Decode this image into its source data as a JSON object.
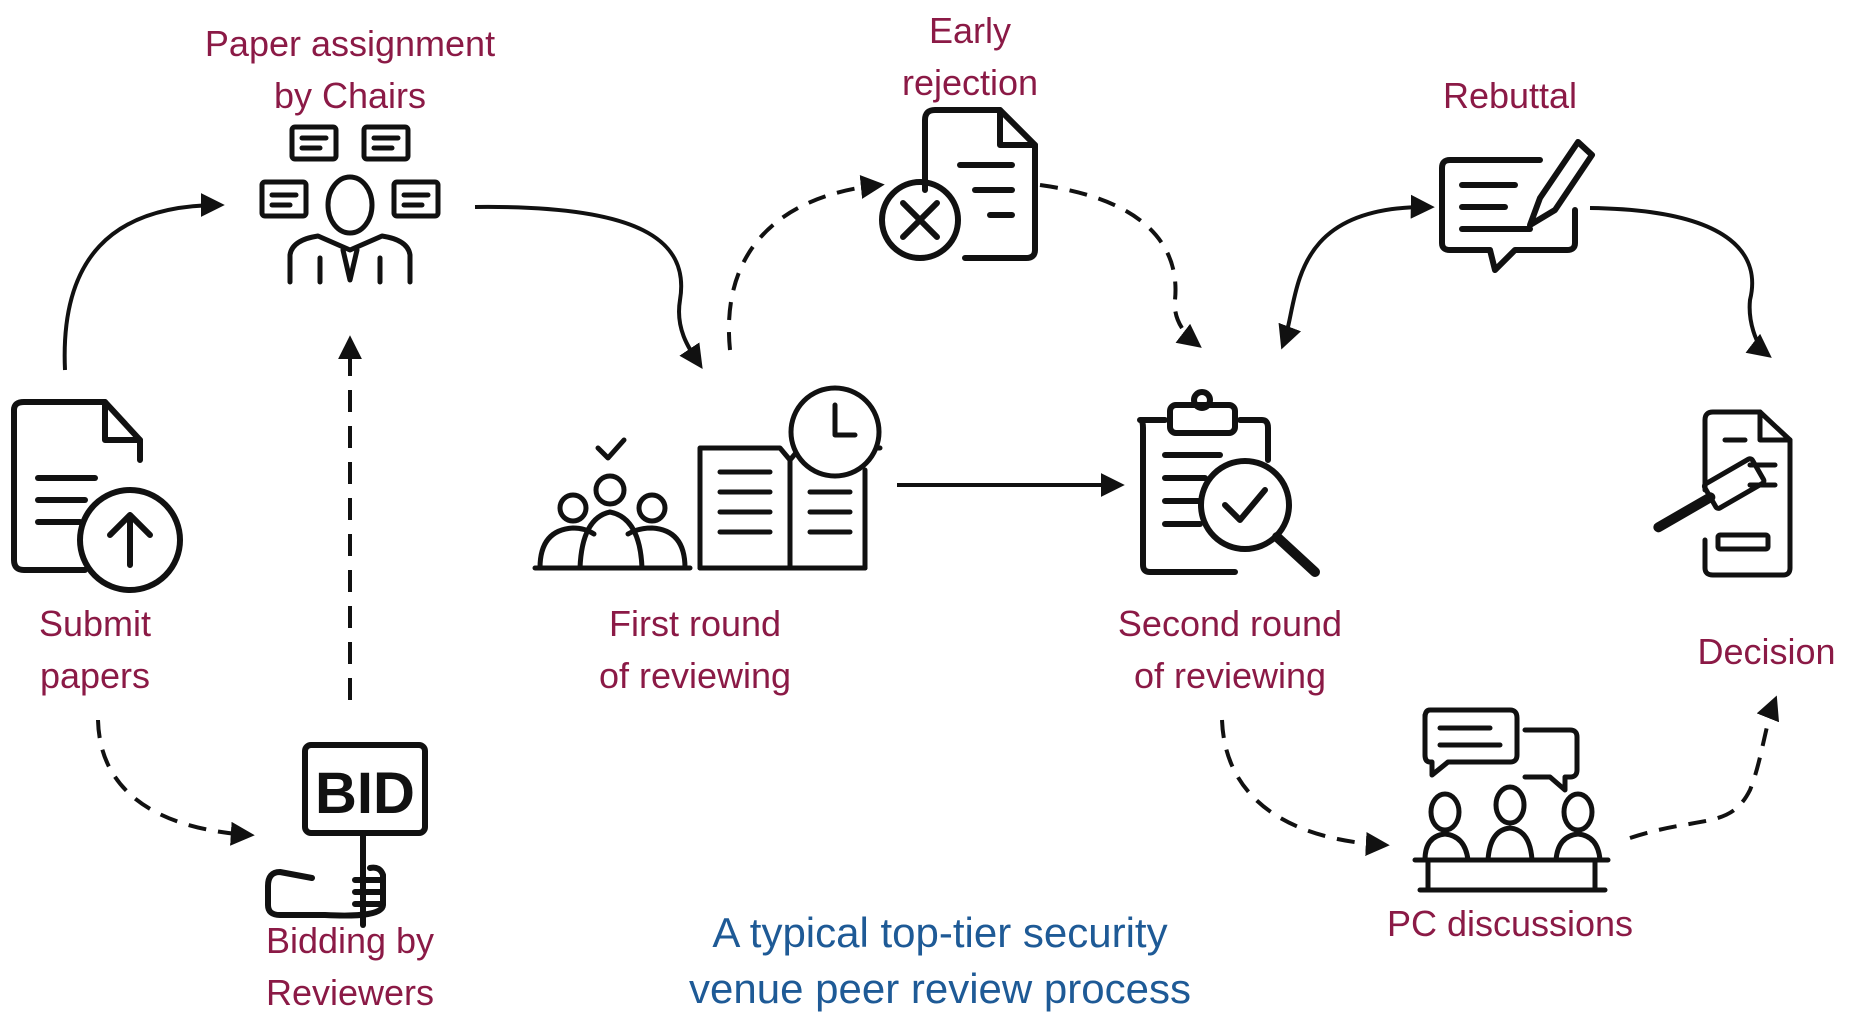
{
  "labels": {
    "submit": [
      "Submit",
      "papers"
    ],
    "assignment": [
      "Paper assignment",
      "by Chairs"
    ],
    "bidding": [
      "Bidding by",
      "Reviewers"
    ],
    "first_round": [
      "First round",
      "of reviewing"
    ],
    "early_rejection": [
      "Early",
      "rejection"
    ],
    "second_round": [
      "Second round",
      "of reviewing"
    ],
    "rebuttal": [
      "Rebuttal"
    ],
    "pc_discussions": [
      "PC discussions"
    ],
    "decision": [
      "Decision"
    ],
    "bid_sign": "BID"
  },
  "caption": [
    "A typical top-tier security",
    "venue peer review process"
  ],
  "colors": {
    "label": "#8b1a46",
    "caption": "#1e5a96",
    "icon": "#111111"
  },
  "icons": [
    "document-upload-icon",
    "chairs-assignment-icon",
    "bid-sign-icon",
    "reviewers-book-clock-icon",
    "document-reject-icon",
    "clipboard-check-icon",
    "rebuttal-chat-icon",
    "pc-discussion-icon",
    "gavel-decision-icon"
  ]
}
